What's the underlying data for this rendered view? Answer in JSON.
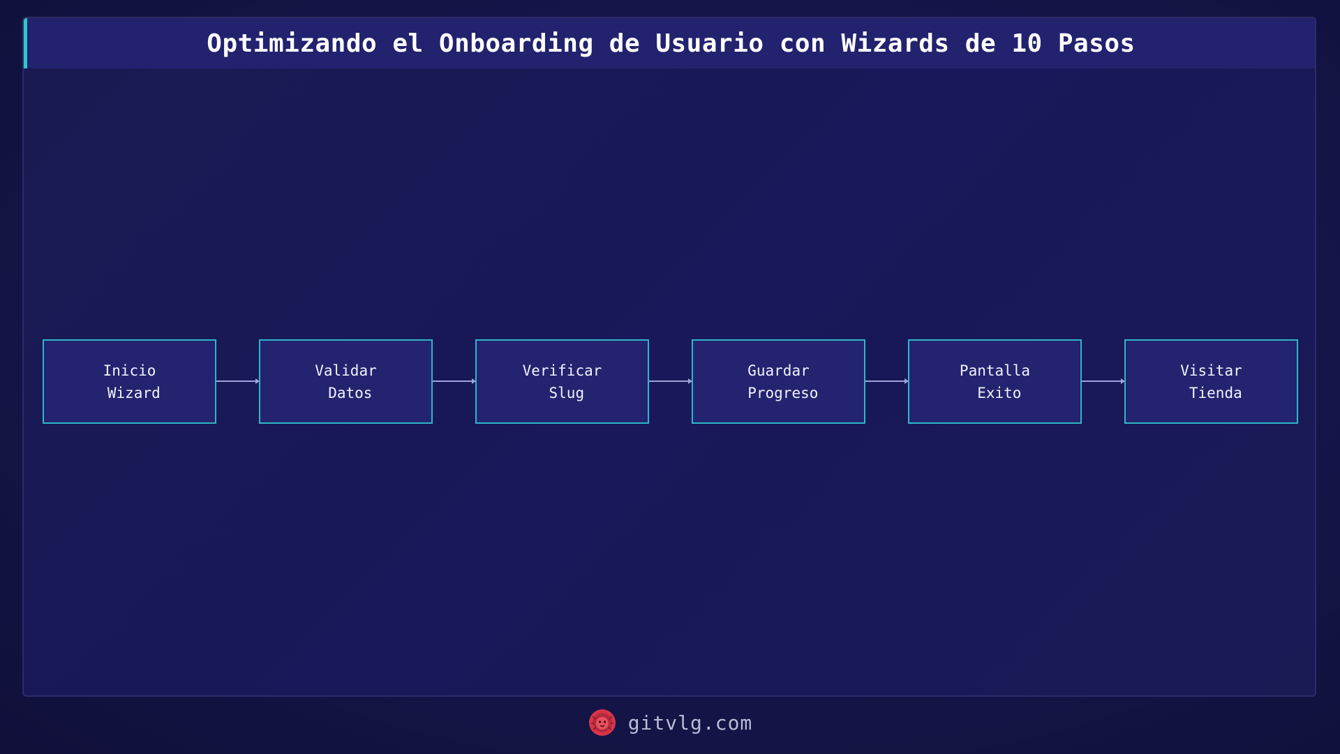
{
  "title": "Optimizando el Onboarding de Usuario con Wizards de 10 Pasos",
  "steps": [
    {
      "label": "Inicio\n Wizard"
    },
    {
      "label": "Validar\n Datos"
    },
    {
      "label": "Verificar\n Slug"
    },
    {
      "label": "Guardar\n Progreso"
    },
    {
      "label": "Pantalla\n Exito"
    },
    {
      "label": "Visitar\n Tienda"
    }
  ],
  "footer": {
    "site": "gitvlg.com",
    "logo_icon": "lion-head-icon"
  },
  "colors": {
    "background": "#15154a",
    "title_bar": "#22226f",
    "accent": "#2ec7c8",
    "node_fill": "#23236f",
    "node_border": "#2fb6c8",
    "arrow": "#9fa3d8",
    "logo": "#d9354a"
  }
}
